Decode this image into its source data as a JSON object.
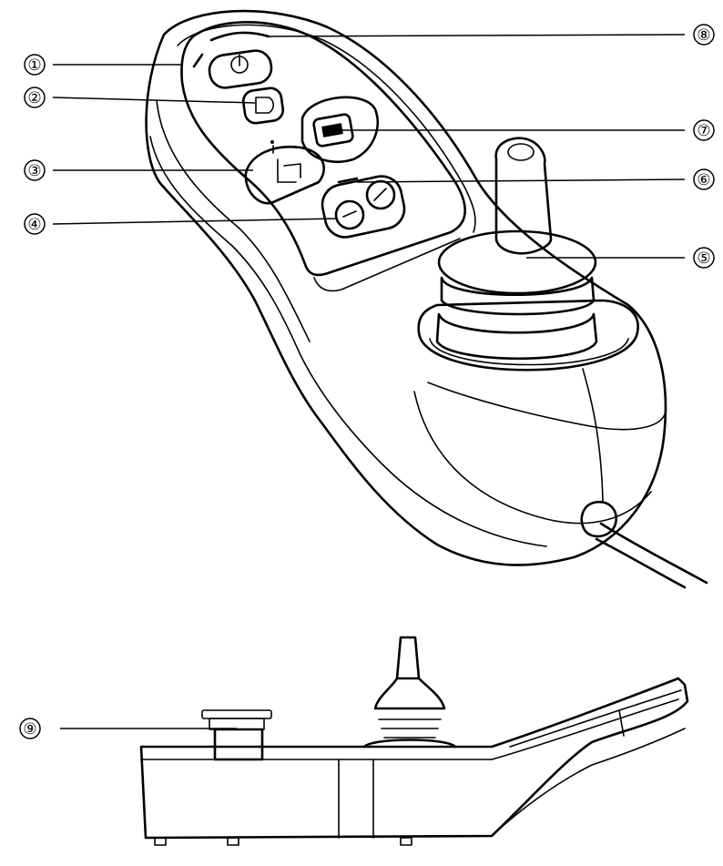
{
  "callouts": {
    "c1": {
      "label": "①"
    },
    "c2": {
      "label": "②"
    },
    "c3": {
      "label": "③"
    },
    "c4": {
      "label": "④"
    },
    "c5": {
      "label": "⑤"
    },
    "c6": {
      "label": "⑥"
    },
    "c7": {
      "label": "⑦"
    },
    "c8": {
      "label": "⑧"
    },
    "c9": {
      "label": "⑨"
    }
  },
  "colors": {
    "line": "#000000",
    "background": "#ffffff"
  }
}
